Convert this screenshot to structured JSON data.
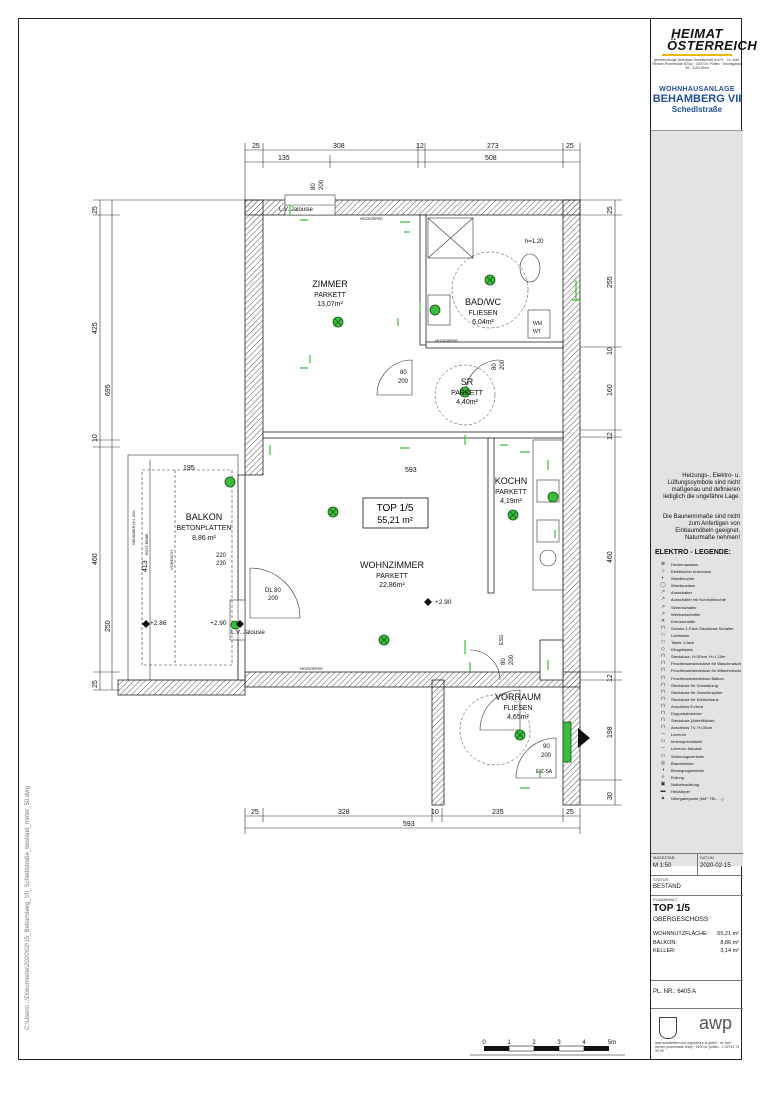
{
  "rooms": {
    "zimmer": {
      "name": "ZIMMER",
      "floor": "PARKETT",
      "area": "13,07m²"
    },
    "bad": {
      "name": "BAD/WC",
      "floor": "FLIESEN",
      "area": "6,04m²"
    },
    "sr": {
      "name": "SR",
      "floor": "PARKETT",
      "area": "4,40m²"
    },
    "kochn": {
      "name": "KOCHN",
      "floor": "PARKETT",
      "area": "4,19m²"
    },
    "balkon": {
      "name": "BALKON",
      "floor": "BETONPLATTEN",
      "area": "8,86 m²"
    },
    "wohn": {
      "name": "WOHNZIMMER",
      "floor": "PARKETT",
      "area": "22,86m²"
    },
    "vorraum": {
      "name": "VORRAUM",
      "floor": "FLIESEN",
      "area": "4,65m²"
    }
  },
  "top_label": {
    "name": "TOP 1/5",
    "area": "55,21 m²"
  },
  "dims": {
    "top": [
      "25",
      "308",
      "12",
      "273",
      "25"
    ],
    "top2": [
      "135",
      "508"
    ],
    "bottom": [
      "25",
      "328",
      "10",
      "235",
      "25"
    ],
    "bottom2": [
      "593"
    ],
    "left": [
      "25",
      "425",
      "10",
      "460",
      "250",
      "25",
      "695",
      "413"
    ],
    "right": [
      "25",
      "255",
      "10",
      "160",
      "12",
      "460",
      "12",
      "198",
      "30"
    ],
    "inner": [
      "593",
      "195",
      "220",
      "230",
      "80",
      "200",
      "80",
      "200",
      "90",
      "200",
      "80",
      "200",
      "80",
      "200",
      "h=1,20"
    ]
  },
  "levels": [
    "+2.90",
    "+2.90",
    "+2.86"
  ],
  "plan_notes": {
    "lv1": "L.V. Jalousie",
    "lv2": "L.V. Jalousie",
    "heiz1": "HEIZKÖRPER",
    "heiz2": "HEIZKÖRPER",
    "heiz3": "HEIZKÖRPER",
    "dl": "DL 80",
    "dl200": "200",
    "esg": "ESG",
    "ese": "EIZ-SA",
    "vordach": "VORDACH",
    "gel": "GELÄNDER H=1,00m",
    "rost": "ROST-RINNE",
    "wm": "WM",
    "wt": "WT"
  },
  "scale": {
    "ticks": [
      "0",
      "1",
      "2",
      "3",
      "4",
      "5m"
    ]
  },
  "titleblock": {
    "logo": "HEIMAT ÖSTERREICH",
    "logo_sub": "gemeinnützige Wohnbau Gesellschaft m.b.H. · Dr.-Karl-Renner-Promenade 8/Top · 3100 St. Pölten · Sechsgasse 36 · 1100 Wien",
    "project_a": "WOHNHAUSANLAGE",
    "project_b": "BEHAMBERG VII",
    "project_c": "Schedlstraße",
    "note1": "Heizungs-, Elektro- u. Lüftungssymbole sind nicht maßgenau und definieren lediglich die ungefähre Lage.",
    "note2": "Die Baunennmaße sind nicht zum Anfertigen von Einbaumöbeln geeignet. Naturmaße nehmen!",
    "legend_title": "ELEKTRO - LEGENDE:",
    "legend": [
      "Deckenauslass",
      "Elektrischer Anschluss",
      "Wandleuchte",
      "Wandauslass",
      "Ausschalter",
      "Ausschalter mit Kontrollleuchte",
      "Serienschalter",
      "Wechselschalter",
      "Kreuzschalter",
      "Schuko 1-Fach Steckdose Schalter",
      "Lichttaster",
      "Taster 1-fach",
      "Klingeltaster",
      "Steckdose, H=30cm, H=1,10m",
      "Feuchtraumsteckdose für Waschmaschine",
      "Feuchtraumsteckdose für Wäschetrockner",
      "Feuchtraumsteckdose Balkon",
      "Steckdose für Dunstabzug",
      "Steckdose für Geschirrspüler",
      "Steckdose für Kühlschrank",
      "Anschluss E-Herd",
      "Doppelsteckdose",
      "Steckdose (Arbeitfläche)",
      "Anschluss TV, H=30cm",
      "Leerrohr",
      "Innensprechstelle",
      "Leerrohr Jalousie",
      "Wohnungsverteiler",
      "Brandmelder",
      "Bewegungsmelder",
      "Erdung",
      "Notbeleuchtung",
      "Heizkörper",
      "Übergabepunkt (bkF, TEL, ...)"
    ],
    "massstab_lbl": "MASSSTAB",
    "massstab": "M 1:50",
    "datum_lbl": "DATUM",
    "datum": "2020-02-15",
    "status_lbl": "STATUS",
    "status": "BESTAND",
    "planinhalt_lbl": "PLANINHALT",
    "plan_top": "TOP 1/5",
    "plan_floor": "OBERGESCHOSS",
    "wnf_lbl": "WOHNNUTZFLÄCHE:",
    "wnf": "55,21 m²",
    "balkon_lbl": "BALKON:",
    "balkon": "8,86 m²",
    "keller_lbl": "KELLER:",
    "keller": "3,14 m²",
    "plnr": "PL. NR.: 6405 A",
    "awp": "awp",
    "awp_txt": "awp architekten und ingenieure zt gmbh · dr. karl renner promenade 8/top · 3100 st. pölten · t: 02742 74 99 99"
  },
  "sidebar_path": "C:\\Users\\...\\Dokumente\\2020\\02\\15_Behamberg_VII_Schedlstraße_bestand_meter_50.dwg"
}
